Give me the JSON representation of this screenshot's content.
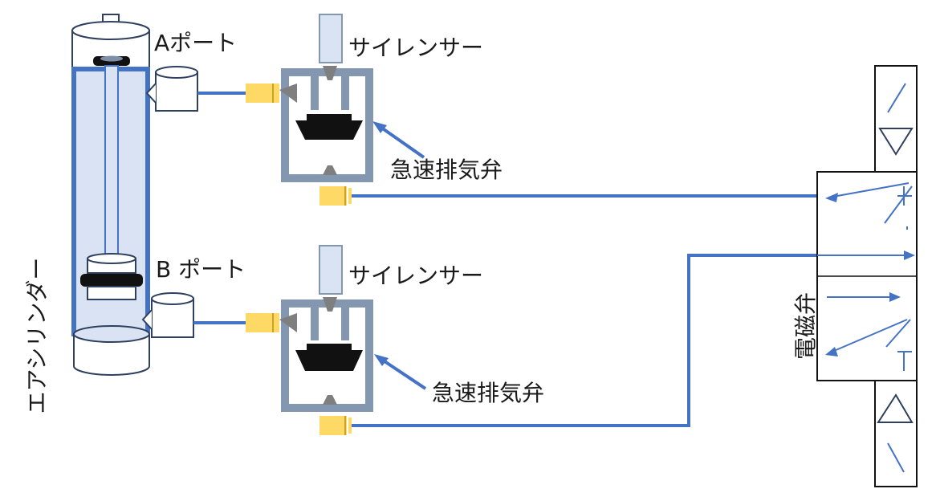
{
  "labels": {
    "port_a": "Aポート",
    "port_b": "B ポート",
    "silencer_top": "サイレンサー",
    "silencer_bottom": "サイレンサー",
    "quick_exhaust_top": "急速排気弁",
    "quick_exhaust_bottom": "急速排気弁",
    "air_cylinder": "エアシリンダー",
    "solenoid_valve": "電磁弁"
  },
  "colors": {
    "pipe": "#4472c4",
    "valve_body": "#8497b0",
    "fitting": "#ffd966",
    "silencer_fill": "#dae3f3",
    "cylinder_fill": "#dae3f3",
    "outline": "#2f3f5f",
    "black": "#111111",
    "gray_nozzle": "#7f7f7f"
  }
}
